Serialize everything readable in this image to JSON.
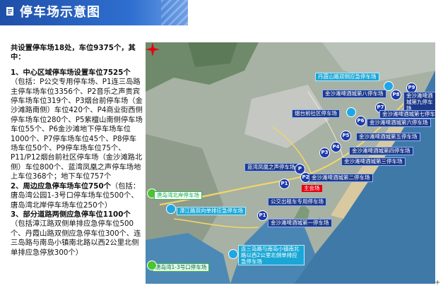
{
  "header": {
    "title": "停车场示意图",
    "icon": "document-icon",
    "bg_color": "#1f4fa8"
  },
  "summary": "共设置停车场18处，车位9375个，其中：",
  "sections": [
    {
      "heading": "1、中心区域停车场设置车位7525个",
      "body": "（包括：P公交专用停车场、P1连三岛路主停车场车位3356个、P2音乐之声贵宾停车场车位319个、P3烟台前停车场（金沙滩路南侧）车位420个、P4商业街西侧停车场车位280个、P5紫檀山南侧停车场车位55个、P6金沙滩地下停车场车位1000个、P7停车场车位45个、P8停车场车位50个、P9停车场车位75个、P11/P12烟台前社区停车场（金沙滩路北侧）车位800个、蓝湾凤凰之声停车场地上车位368个；地下车位757个"
    },
    {
      "heading": "2、周边应急停车场车位750个",
      "body": "（包括：唐岛湾公园1-3号口停车场车位500个、唐岛湾北岸停车场车位250个）"
    },
    {
      "heading": "3、部分道路两侧应急停车位1100个",
      "body": "（包括漳江路双侧单排应急停车位500个、丹霞山路双侧应急停车位300个、连三岛路与南岛小镇南北路以西2公里北侧单排应急停放300个）"
    }
  ],
  "map": {
    "labels": {
      "danxia": "丹霞山路双侧应急停车场",
      "p8lot": "金沙滩啤酒城第八停车场",
      "p9lot": "金沙滩啤酒城第九停车场",
      "yantaiqian": "烟台前社区停车场",
      "lot7": "金沙滩啤酒城第七停车场",
      "lot6": "金沙滩啤酒城第六停车场",
      "lot5": "金沙滩啤酒城第五停车场",
      "lot4": "金沙滩啤酒城第四停车场",
      "lot3": "金沙滩啤酒城第三停车场",
      "lanwan": "蓝湾凤凰之声停车场",
      "lot2": "金沙滩啤酒城第二停车场",
      "tangdaobei": "唐岛湾北岸停车场",
      "bus": "公交出租车专用停车场",
      "zhangjiang": "漳江路双向单排应急停车场",
      "lot1": "金沙滩啤酒城第一停车场",
      "lianSanDao": "连三岛路与南岛小镇南北路以西2公里北侧单排应急停车场",
      "tangdaokou": "唐岛湾1-3号口停车场",
      "venue": "主会场"
    },
    "pins": {
      "p9": "P9",
      "p8": "P8",
      "p7": "P7",
      "p6": "P6",
      "p5": "P5",
      "p4": "P4",
      "p3": "P3",
      "p2": "P2",
      "p1": "P1",
      "p": "P"
    }
  },
  "colors": {
    "dark_blue": "#1e3a8a",
    "cyan": "#1aa7d6",
    "green": "#39b54a",
    "red": "#e60012"
  }
}
